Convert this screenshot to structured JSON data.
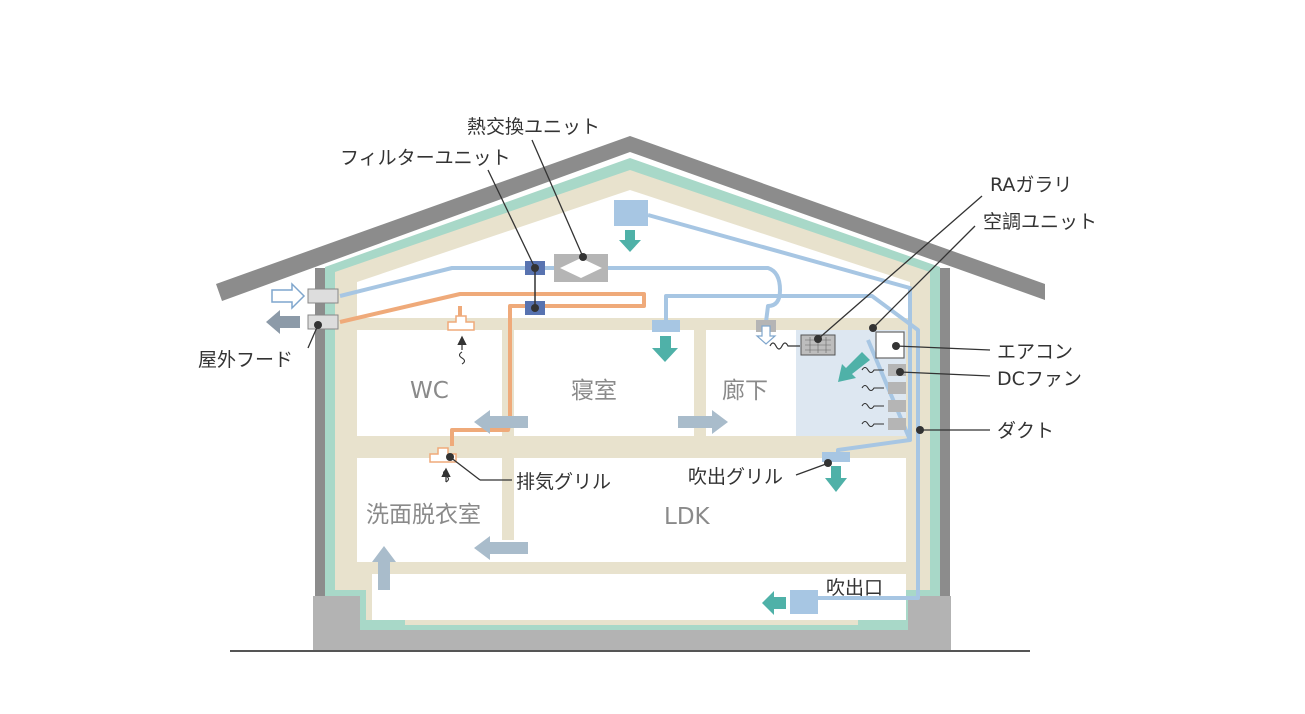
{
  "labels": {
    "heat_exchange_unit": "熱交換ユニット",
    "filter_unit": "フィルターユニット",
    "ra_gallery": "RAガラリ",
    "ac_unit": "空調ユニット",
    "outdoor_hood": "屋外フード",
    "air_conditioner": "エアコン",
    "dc_fan": "DCファン",
    "duct": "ダクト",
    "supply_grille": "吹出グリル",
    "exhaust_grille": "排気グリル",
    "outlet": "吹出口"
  },
  "rooms": {
    "wc": "WC",
    "bedroom": "寝室",
    "hallway": "廊下",
    "washroom": "洗面脱衣室",
    "ldk": "LDK"
  },
  "colors": {
    "roof": "#8c8c8c",
    "insulation": "#a8d8c8",
    "structure": "#e8e2cd",
    "supply_duct": "#a7c6e3",
    "exhaust_duct": "#efaa7a",
    "airflow_arrow": "#a9bccb",
    "supply_arrow": "#4fb1a8",
    "unit_dark_blue": "#5873b0",
    "unit_grey": "#b5b5b5",
    "ac_zone": "#dde7f1",
    "foundation": "#b3b3b3"
  }
}
